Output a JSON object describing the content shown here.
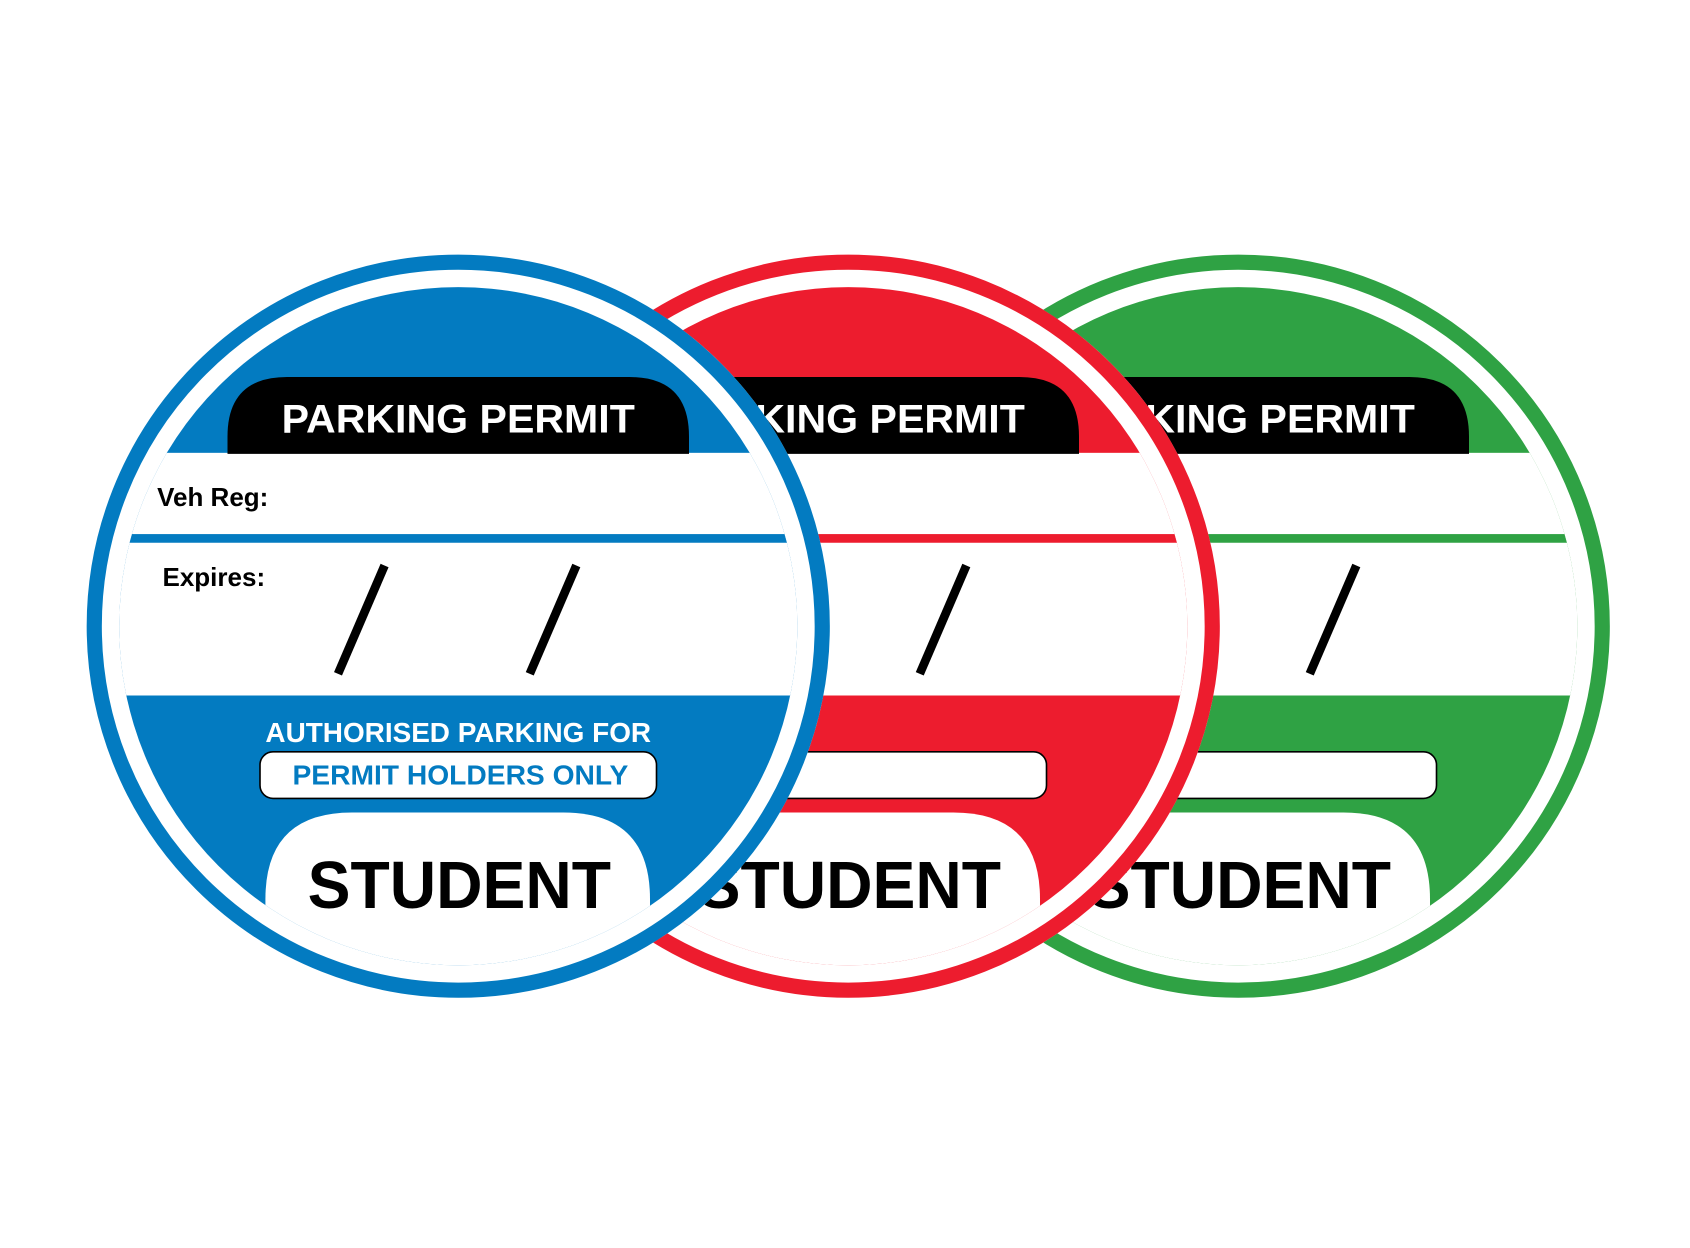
{
  "permit_text": {
    "title": "PARKING PERMIT",
    "veh_reg_label": "Veh Reg:",
    "expires_label": "Expires:",
    "date_separator": "/",
    "authorised_line": "AUTHORISED PARKING FOR",
    "holders_line": "PERMIT HOLDERS ONLY",
    "category": "STUDENT"
  },
  "permits": [
    {
      "name": "green",
      "color": "#2fa244"
    },
    {
      "name": "red",
      "color": "#ed1c2e"
    },
    {
      "name": "blue",
      "color": "#037bc1"
    }
  ]
}
